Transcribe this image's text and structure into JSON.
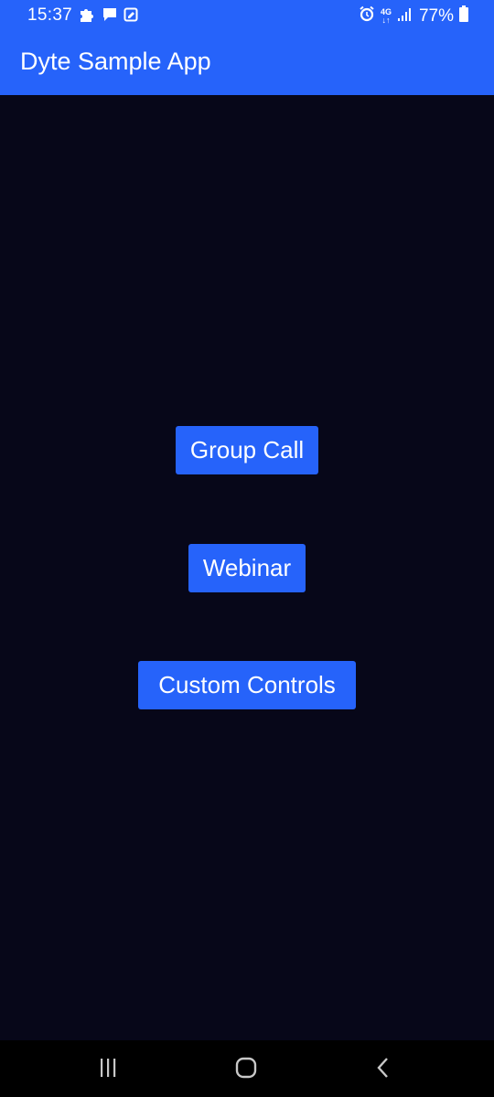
{
  "status_bar": {
    "time": "15:37",
    "network_label": "4G",
    "battery_percent": "77%",
    "icons": [
      "puzzle-icon",
      "chat-icon",
      "note-icon",
      "alarm-icon",
      "signal-icon",
      "battery-icon"
    ]
  },
  "app_bar": {
    "title": "Dyte Sample App"
  },
  "buttons": {
    "group_call": "Group Call",
    "webinar": "Webinar",
    "custom_controls": "Custom Controls"
  },
  "nav": {
    "icons": [
      "recent-apps-icon",
      "home-icon",
      "back-icon"
    ]
  },
  "colors": {
    "primary": "#2663fa",
    "background": "#070719",
    "text": "#ffffff",
    "nav_background": "#000000"
  }
}
